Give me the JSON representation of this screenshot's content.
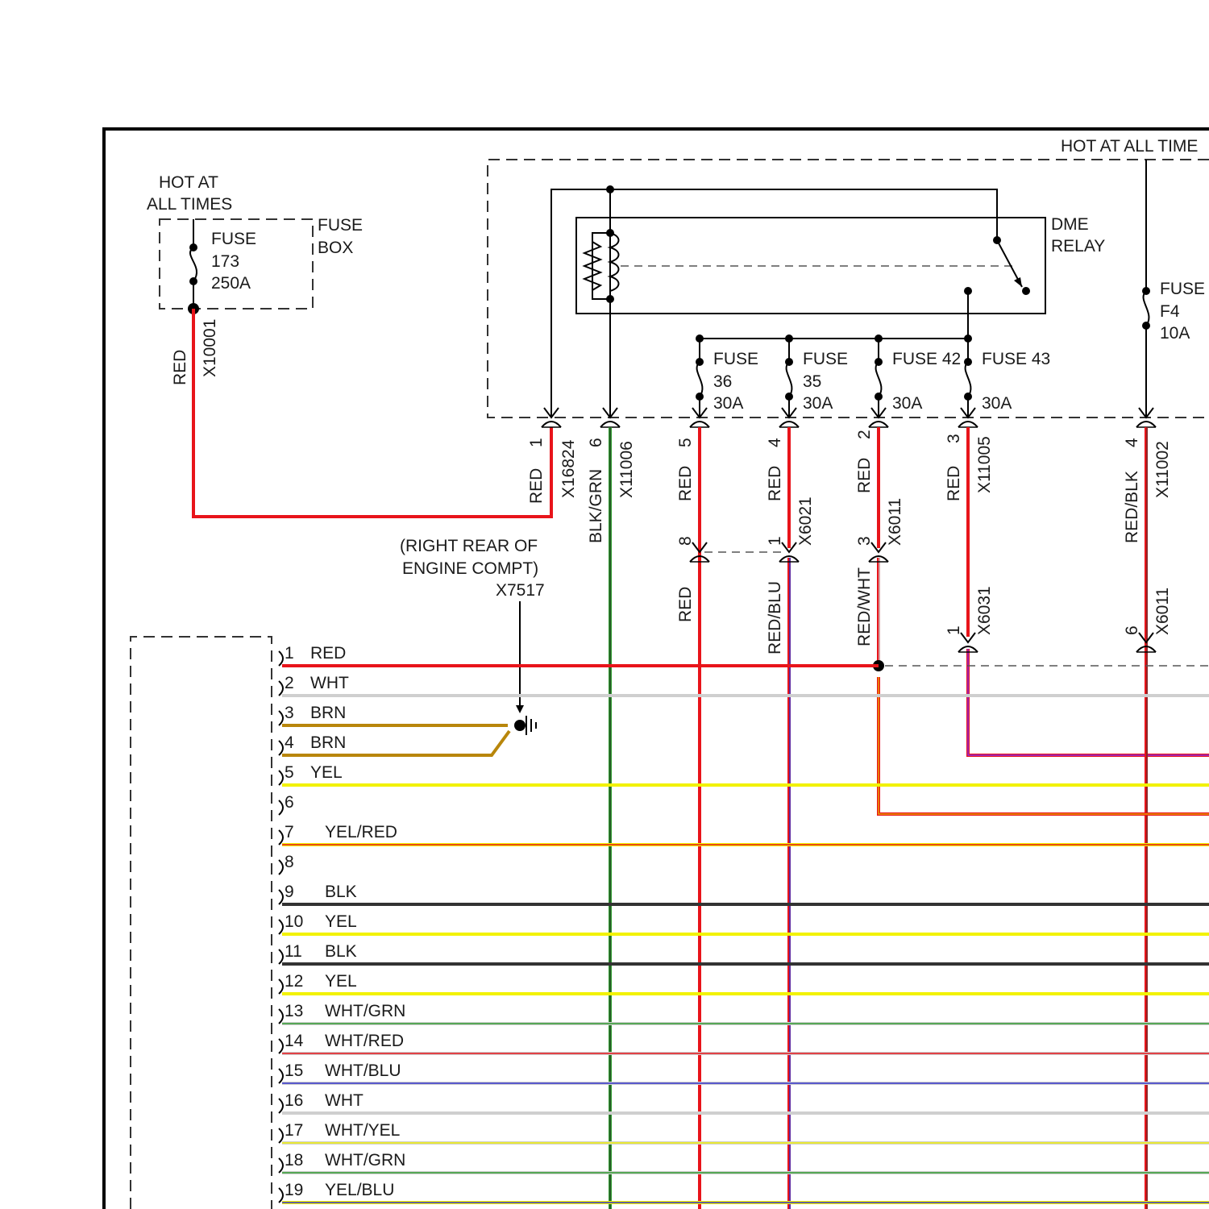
{
  "fuse_box": {
    "hot_label_1": "HOT AT",
    "hot_label_2": "ALL TIMES",
    "title_1": "FUSE",
    "title_2": "BOX",
    "fuse_1": "FUSE",
    "fuse_2": "173",
    "fuse_3": "250A"
  },
  "hot_at_all_times_right": "HOT AT ALL TIME",
  "dme_relay": {
    "line_1": "DME",
    "line_2": "RELAY"
  },
  "fuses": {
    "f36": {
      "l1": "FUSE",
      "l2": "36",
      "l3": "30A"
    },
    "f35": {
      "l1": "FUSE",
      "l2": "35",
      "l3": "30A"
    },
    "f42": {
      "l1": "FUSE 42",
      "l3": "30A"
    },
    "f43": {
      "l1": "FUSE 43",
      "l3": "30A"
    },
    "f4": {
      "l1": "FUSE",
      "l2": "F4",
      "l3": "10A"
    }
  },
  "wire_labels": {
    "w_red_fuse": "RED",
    "w_x10001": "X10001",
    "w_pin1": "1",
    "w_red_1": "RED",
    "w_x16824": "X16824",
    "w_pin6": "6",
    "w_blkgrn": "BLK/GRN",
    "w_x11006": "X11006",
    "w_pin5": "5",
    "w_red_5": "RED",
    "w_pin8": "8",
    "w_red_low": "RED",
    "w_pin4": "4",
    "w_red_4": "RED",
    "w_x6021": "X6021",
    "w_pin1b": "1",
    "w_redblu": "RED/BLU",
    "w_pin2": "2",
    "w_red_2": "RED",
    "w_x6011a": "X6011",
    "w_pin3": "3",
    "w_redwht": "RED/WHT",
    "w_pin3b": "3",
    "w_red_3": "RED",
    "w_x11005": "X11005",
    "w_pin1c": "1",
    "w_x6031": "X6031",
    "w_pin4b": "4",
    "w_redblk": "RED/BLK",
    "w_x11002": "X11002",
    "w_pin6b": "6",
    "w_x6011b": "X6011"
  },
  "ground": {
    "l1": "(RIGHT REAR OF",
    "l2": "ENGINE COMPT)",
    "l3": "X7517"
  },
  "connector_pins": [
    {
      "num": "1",
      "label": "RED"
    },
    {
      "num": "2",
      "label": "WHT"
    },
    {
      "num": "3",
      "label": "BRN"
    },
    {
      "num": "4",
      "label": "BRN"
    },
    {
      "num": "5",
      "label": "YEL"
    },
    {
      "num": "6",
      "label": ""
    },
    {
      "num": "7",
      "label": "YEL/RED"
    },
    {
      "num": "8",
      "label": ""
    },
    {
      "num": "9",
      "label": "BLK"
    },
    {
      "num": "10",
      "label": "YEL"
    },
    {
      "num": "11",
      "label": "BLK"
    },
    {
      "num": "12",
      "label": "YEL"
    },
    {
      "num": "13",
      "label": "WHT/GRN"
    },
    {
      "num": "14",
      "label": "WHT/RED"
    },
    {
      "num": "15",
      "label": "WHT/BLU"
    },
    {
      "num": "16",
      "label": "WHT"
    },
    {
      "num": "17",
      "label": "WHT/YEL"
    },
    {
      "num": "18",
      "label": "WHT/GRN"
    },
    {
      "num": "19",
      "label": "YEL/BLU"
    }
  ],
  "colors": {
    "red": "#e8141a",
    "white": "#cfcfcf",
    "brown": "#b8860b",
    "yellow": "#f2f200",
    "black": "#333333",
    "green": "#2f9a2f",
    "blue": "#3333cc",
    "purple": "#8a2be2",
    "orange": "#e8a000"
  }
}
